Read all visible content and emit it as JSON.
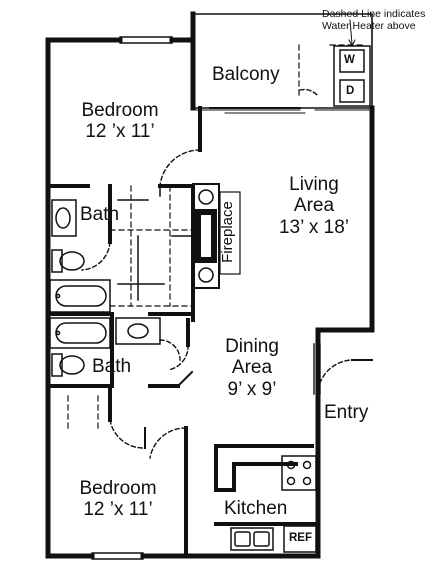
{
  "note": {
    "line1": "Dashed Line indicates",
    "line2": "Water Heater above"
  },
  "rooms": {
    "balcony": "Balcony",
    "bedroom_top": {
      "name": "Bedroom",
      "size": "12 ’x 11’"
    },
    "living": {
      "name": "Living",
      "name2": "Area",
      "size": "13’ x 18’"
    },
    "bath_top": "Bath",
    "fireplace": "Fireplace",
    "bath_bottom": "Bath",
    "dining": {
      "name": "Dining",
      "name2": "Area",
      "size": "9’ x 9’"
    },
    "entry": "Entry",
    "bedroom_bottom": {
      "name": "Bedroom",
      "size": "12 ’x 11’"
    },
    "kitchen": "Kitchen"
  },
  "appliances": {
    "washer": "W",
    "dryer": "D",
    "ref": "REF"
  }
}
